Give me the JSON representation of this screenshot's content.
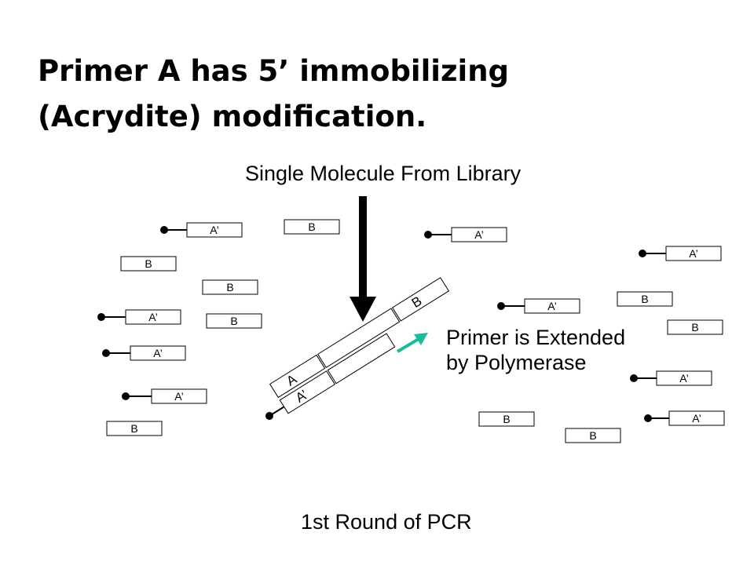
{
  "title": {
    "line1": "Primer A has 5’ immobilizing",
    "line2": "(Acrydite) modification."
  },
  "captions": {
    "single_molecule": "Single Molecule From Library",
    "extension_line1": "Primer is Extended",
    "extension_line2": "by Polymerase",
    "round": "1st Round of PCR"
  },
  "labels": {
    "primer": "A’",
    "library_end": "B",
    "template_a": "A",
    "template_b": "B",
    "extended_primer": "A’"
  },
  "colors": {
    "extension_arrow": "#1abc9c",
    "ink": "#000000"
  }
}
